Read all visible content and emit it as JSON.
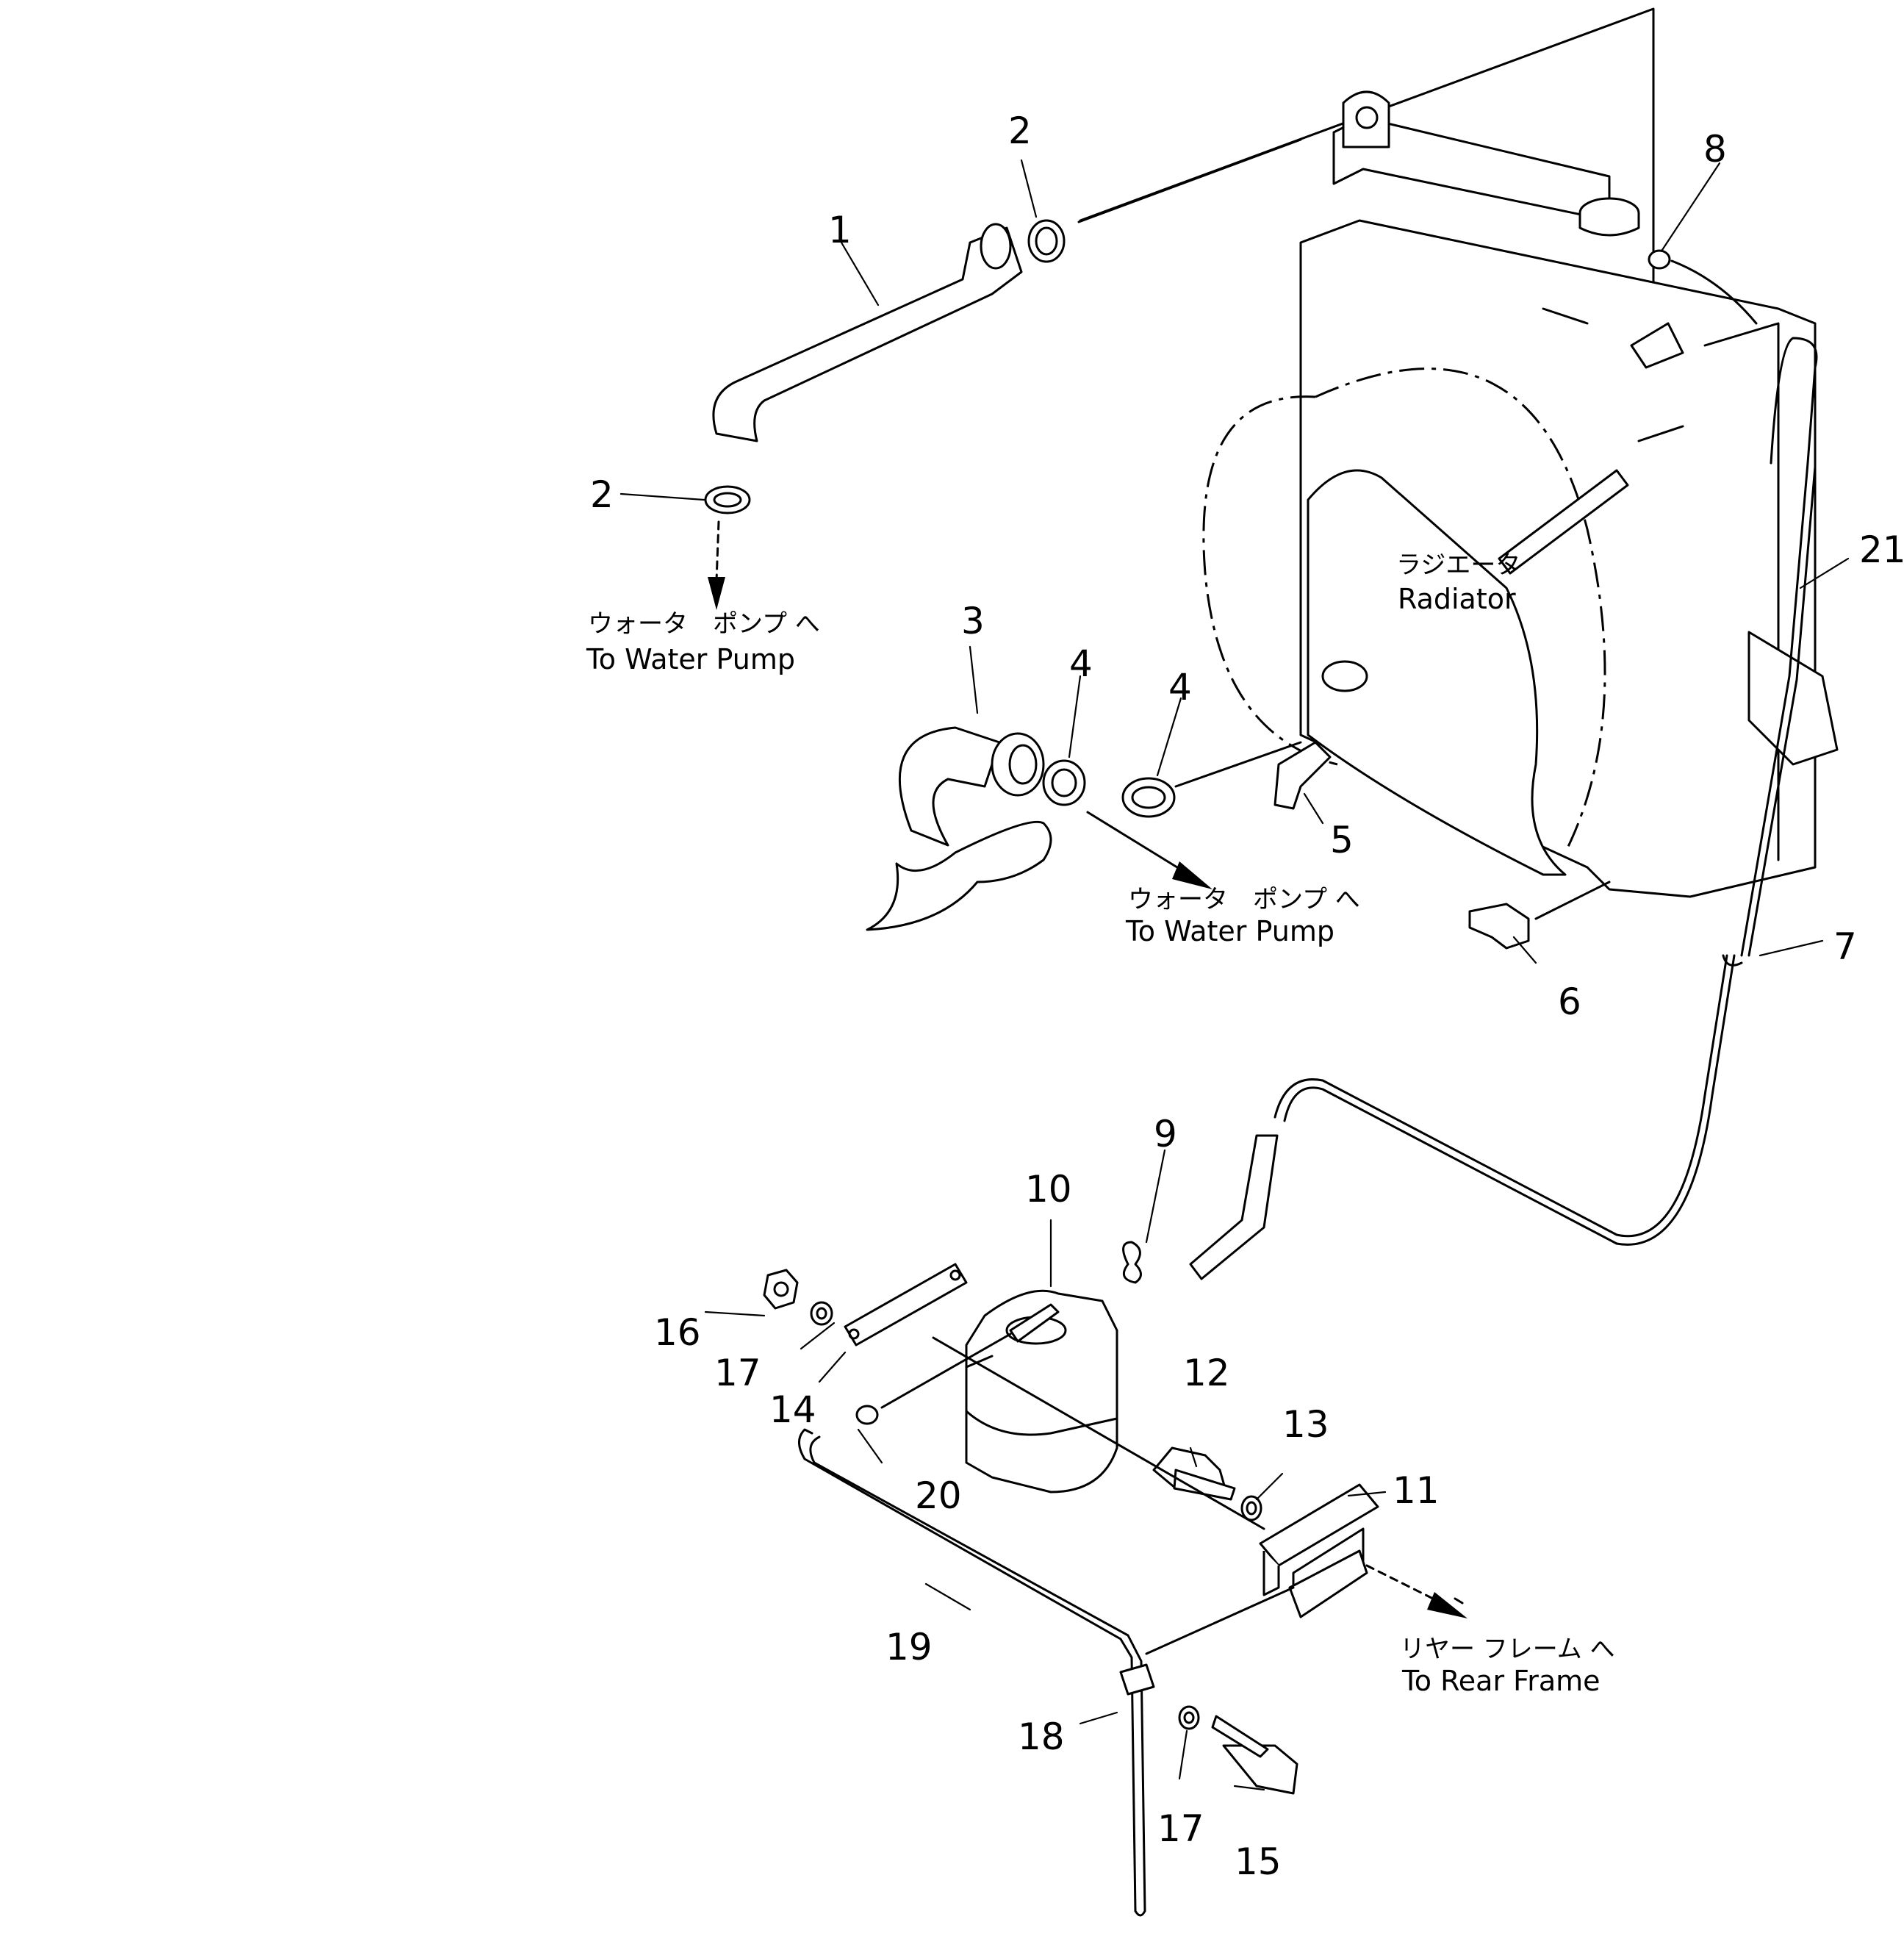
{
  "callouts": {
    "n1": "1",
    "n2a": "2",
    "n2b": "2",
    "n3": "3",
    "n4a": "4",
    "n4b": "4",
    "n5": "5",
    "n6": "6",
    "n7": "7",
    "n8": "8",
    "n9": "9",
    "n10": "10",
    "n11": "11",
    "n12": "12",
    "n13": "13",
    "n14": "14",
    "n15": "15",
    "n16": "16",
    "n17a": "17",
    "n17b": "17",
    "n18": "18",
    "n19": "19",
    "n20": "20",
    "n21": "21"
  },
  "labels": {
    "water_pump_1": {
      "jp": "ウォータ　ポンプ へ",
      "en": "To Water Pump"
    },
    "water_pump_2": {
      "jp": "ウォータ　ポンプ へ",
      "en": "To Water Pump"
    },
    "radiator": {
      "jp": "ラジエータ",
      "en": "Radiator"
    },
    "rear_frame": {
      "jp": "リヤー フレーム へ",
      "en": "To Rear Frame"
    }
  }
}
